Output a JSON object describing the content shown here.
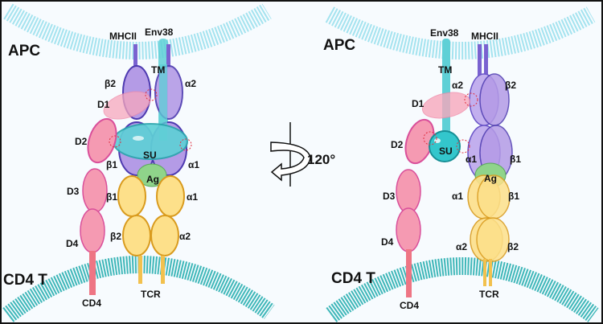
{
  "figure": {
    "rotation_label": "120°",
    "panels": [
      {
        "id": "left",
        "cell_top": "APC",
        "cell_bottom": "CD4 T",
        "labels": {
          "mhcii": "MHCII",
          "env38": "Env38",
          "tm": "TM",
          "beta2_mhc": "β2",
          "alpha2_mhc": "α2",
          "beta1_mhc": "β1",
          "alpha1_mhc": "α1",
          "su": "SU",
          "ag": "Ag",
          "d1": "D1",
          "d2": "D2",
          "d3": "D3",
          "d4": "D4",
          "beta1_tcr": "β1",
          "alpha1_tcr": "α1",
          "beta2_tcr": "β2",
          "alpha2_tcr": "α2",
          "cd4": "CD4",
          "tcr": "TCR"
        }
      },
      {
        "id": "right",
        "cell_top": "APC",
        "cell_bottom": "CD4 T",
        "labels": {
          "mhcii": "MHCII",
          "env38": "Env38",
          "tm": "TM",
          "beta2_mhc": "β2",
          "alpha2_mhc": "α2",
          "beta1_mhc": "β1",
          "alpha1_mhc": "α1",
          "su": "SU",
          "ag": "Ag",
          "d1": "D1",
          "d2": "D2",
          "d3": "D3",
          "d4": "D4",
          "alpha1_tcr": "α1",
          "beta1_tcr": "β1",
          "alpha2_tcr": "α2",
          "beta2_tcr": "β2",
          "cd4": "CD4",
          "tcr": "TCR"
        }
      }
    ],
    "colors": {
      "membrane_apc": "#8fdcec",
      "membrane_t": "#3fb7b9",
      "mhc": "#b49be6",
      "mhc_stroke": "#4d3ab0",
      "env": "#5fd0d6",
      "cd4": "#f59ab2",
      "cd4_stroke": "#d94f9a",
      "tcr": "#fde08a",
      "tcr_stroke": "#d99b1e",
      "ag": "#8fd48a",
      "contact": "#e03040"
    }
  }
}
